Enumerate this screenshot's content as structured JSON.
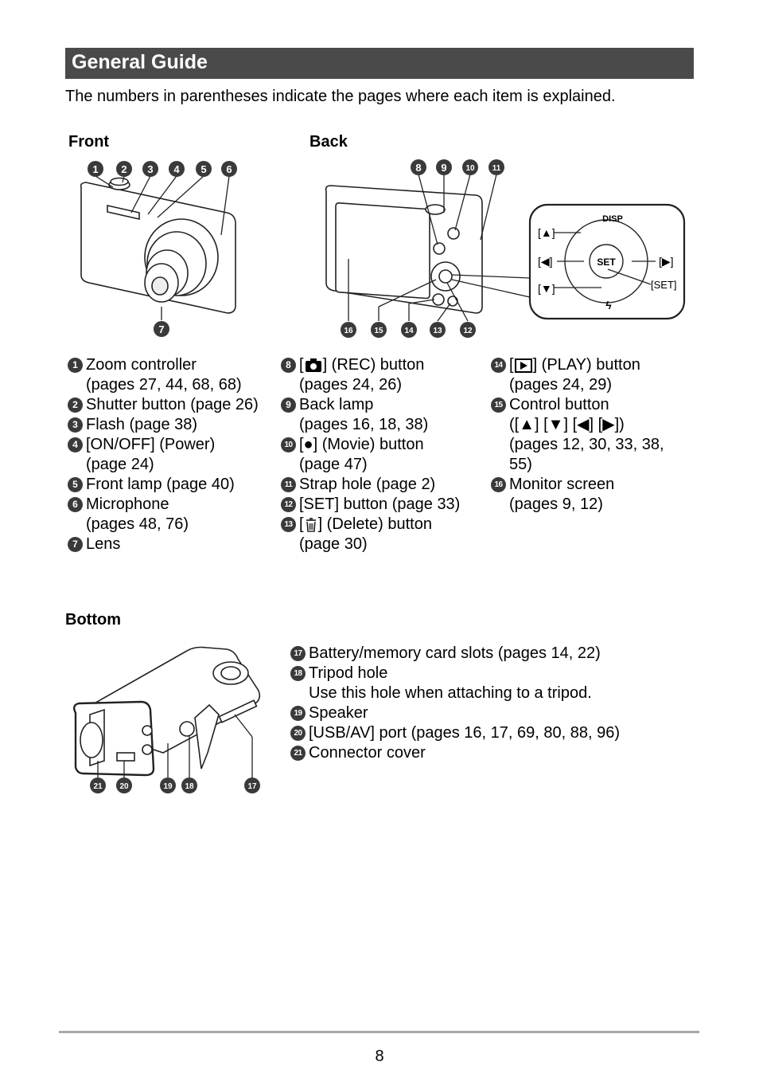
{
  "header": {
    "title": "General Guide",
    "intro": "The numbers in parentheses indicate the pages where each item is explained."
  },
  "sections": {
    "front": "Front",
    "back": "Back",
    "bottom": "Bottom"
  },
  "callouts": {
    "n1": "1",
    "n2": "2",
    "n3": "3",
    "n4": "4",
    "n5": "5",
    "n6": "6",
    "n7": "7",
    "n8": "8",
    "n9": "9",
    "n10": "10",
    "n11": "11",
    "n12": "12",
    "n13": "13",
    "n14": "14",
    "n15": "15",
    "n16": "16",
    "n17": "17",
    "n18": "18",
    "n19": "19",
    "n20": "20",
    "n21": "21"
  },
  "control_inset": {
    "disp": "DISP",
    "set": "SET",
    "up": "[▲]",
    "left": "[◀]",
    "right": "[▶]",
    "down": "[▼]",
    "set_label": "[SET]",
    "flash": "ϟ"
  },
  "items_front": [
    {
      "num": "1",
      "line1": "Zoom controller",
      "line2": "(pages 27, 44, 68, 68)"
    },
    {
      "num": "2",
      "line1": "Shutter button (page 26)"
    },
    {
      "num": "3",
      "line1": "Flash (page 38)"
    },
    {
      "num": "4",
      "line1": "[ON/OFF] (Power)",
      "line2": "(page 24)"
    },
    {
      "num": "5",
      "line1": "Front lamp (page 40)"
    },
    {
      "num": "6",
      "line1": "Microphone",
      "line2": "(pages 48, 76)"
    },
    {
      "num": "7",
      "line1": "Lens"
    }
  ],
  "items_back1": [
    {
      "num": "8",
      "pre": "[",
      "post": "] (REC) button",
      "line2": "(pages 24, 26)",
      "icon": "camera-icon"
    },
    {
      "num": "9",
      "line1": "Back lamp",
      "line2": "(pages 16, 18, 38)"
    },
    {
      "num": "10",
      "line1": "[●] (Movie) button",
      "line2": "(page 47)"
    },
    {
      "num": "11",
      "line1": "Strap hole (page 2)"
    },
    {
      "num": "12",
      "line1": "[SET] button (page 33)"
    },
    {
      "num": "13",
      "pre": "[",
      "post": "] (Delete) button",
      "line2": "(page 30)",
      "icon": "trash-icon"
    }
  ],
  "items_back2": [
    {
      "num": "14",
      "pre": "[",
      "post": "] (PLAY) button",
      "line2": "(pages 24, 29)",
      "icon": "play-icon"
    },
    {
      "num": "15",
      "line1": "Control button",
      "line2": "([▲] [▼] [◀] [▶])",
      "line3": "(pages 12, 30, 33, 38,",
      "line4": "55)"
    },
    {
      "num": "16",
      "line1": "Monitor screen",
      "line2": "(pages 9, 12)"
    }
  ],
  "items_bottom": [
    {
      "num": "17",
      "line1": "Battery/memory card slots (pages 14, 22)"
    },
    {
      "num": "18",
      "line1": "Tripod hole",
      "line2": "Use this hole when attaching to a tripod."
    },
    {
      "num": "19",
      "line1": "Speaker"
    },
    {
      "num": "20",
      "line1": "[USB/AV] port (pages 16, 17, 69, 80, 88, 96)"
    },
    {
      "num": "21",
      "line1": "Connector cover"
    }
  ],
  "footer": {
    "page_number": "8"
  }
}
